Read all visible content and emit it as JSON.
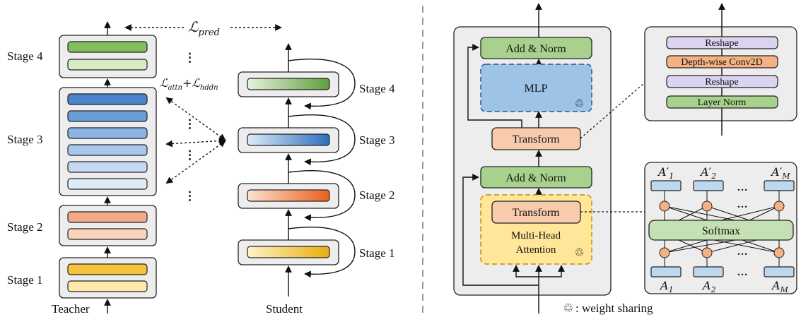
{
  "left": {
    "teacher_label": "Teacher",
    "student_label": "Student",
    "stage_labels": [
      "Stage 1",
      "Stage 2",
      "Stage 3",
      "Stage 4"
    ],
    "loss_pred": "ℒ",
    "loss_pred_sub": "pred",
    "loss_attn": "ℒ",
    "loss_attn_sub": "attn",
    "loss_plus": "+",
    "loss_hddn": "ℒ",
    "loss_hddn_sub": "hddn",
    "ellipsis": "⋮"
  },
  "middle": {
    "add_norm": "Add & Norm",
    "mlp": "MLP",
    "transform": "Transform",
    "mha_line1": "Multi-Head",
    "mha_line2": "Attention"
  },
  "right": {
    "reshape": "Reshape",
    "dw_conv": "Depth-wise Conv2D",
    "layer_norm": "Layer Norm",
    "softmax": "Softmax",
    "a_top": [
      "A′",
      "A′",
      "A′"
    ],
    "a_bottom": [
      "A",
      "A",
      "A"
    ],
    "a_subs": [
      "1",
      "2",
      "M"
    ],
    "dots": "…"
  },
  "legend": {
    "text": ": weight sharing"
  },
  "colors": {
    "stage1": [
      "#FFE9A8",
      "#F5C33B"
    ],
    "stage2": [
      "#FBD9C3",
      "#F08C55"
    ],
    "stage3": [
      "#DDEBF7",
      "#4A84CC"
    ],
    "stage4": [
      "#D6EBC4",
      "#82BE5E"
    ],
    "panel": "#EDEDED",
    "add_norm": "#A9D18E",
    "mlp": "#9DC3E6",
    "transform": "#F8CBAD",
    "mha": "#FFE699",
    "reshape": "#DCD3F0",
    "dw_conv": "#F4B183",
    "softmax": "#C5E0B4",
    "node": "#F4B183",
    "a_box": "#BDD7EE"
  }
}
